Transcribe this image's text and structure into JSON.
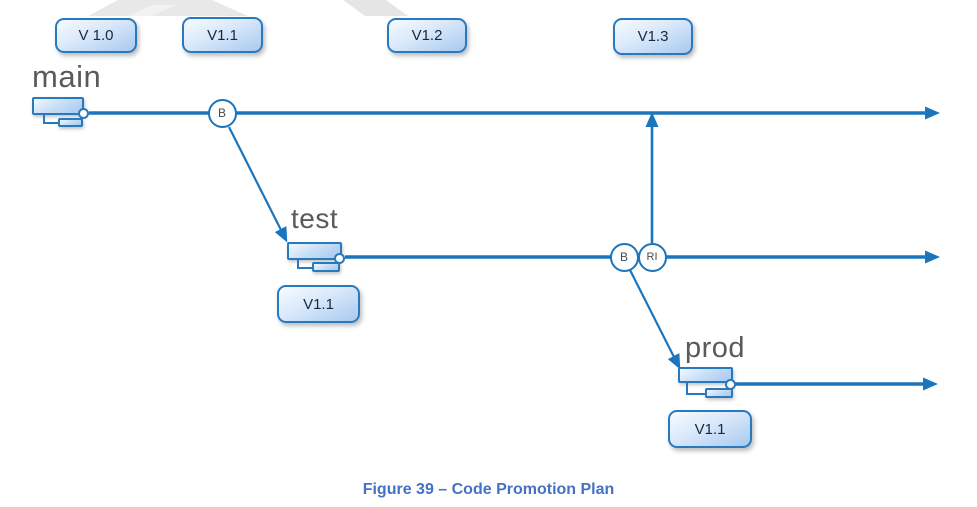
{
  "figure": {
    "caption": "Figure 39 – Code Promotion Plan"
  },
  "diagram": {
    "version_timeline": [
      {
        "label": "V 1.0"
      },
      {
        "label": "V1.1"
      },
      {
        "label": "V1.2"
      },
      {
        "label": "V1.3"
      }
    ],
    "branches": [
      {
        "name": "main",
        "version_badge": ""
      },
      {
        "name": "test",
        "version_badge": "V1.1"
      },
      {
        "name": "prod",
        "version_badge": "V1.1"
      }
    ],
    "nodes": [
      {
        "label": "B"
      },
      {
        "label": "B"
      },
      {
        "label": "RI"
      }
    ],
    "colors": {
      "line_blue": "#1B75BC",
      "shape_border_blue": "#2979BF",
      "shape_fill_light_blue": "#A8C9F0",
      "caption_blue": "#4472C4",
      "label_gray": "#5a5a5a",
      "watermark_gray": "#E8E8E8"
    }
  }
}
